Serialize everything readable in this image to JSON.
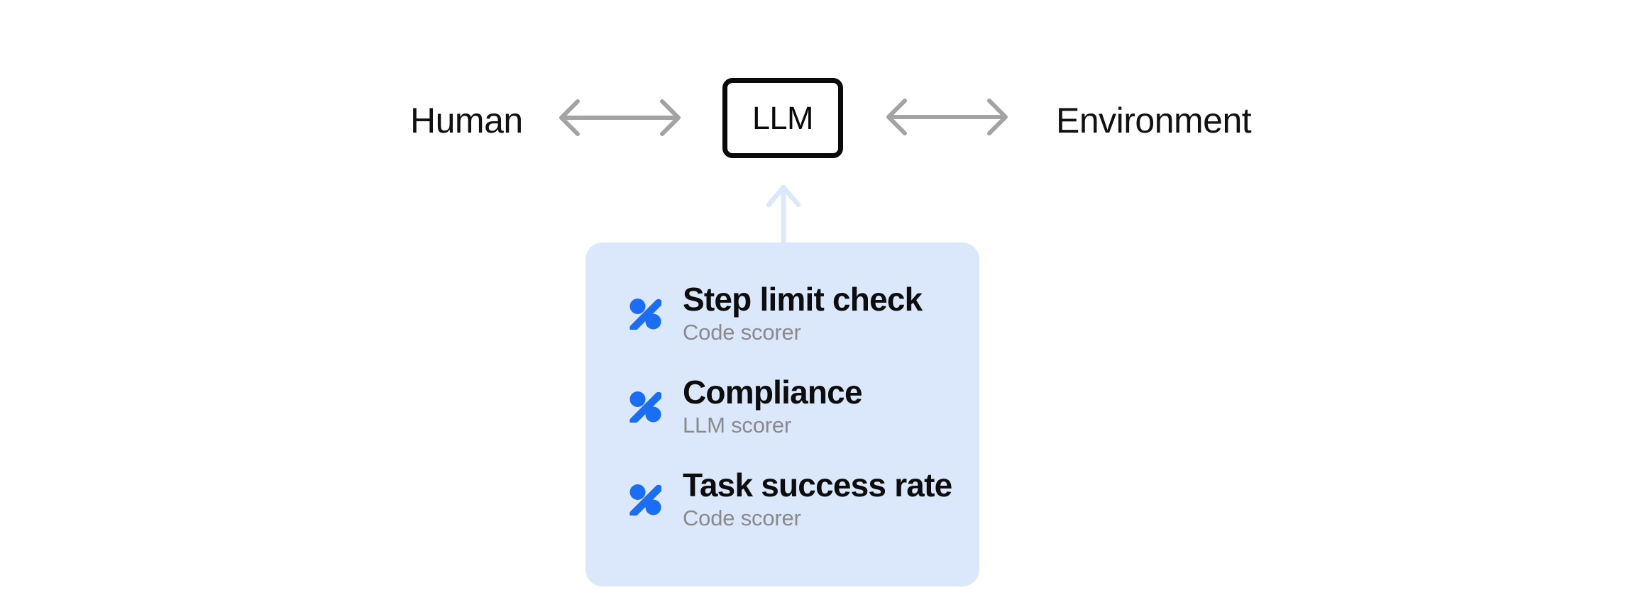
{
  "nodes": {
    "human": "Human",
    "llm": "LLM",
    "environment": "Environment"
  },
  "scorers": [
    {
      "icon": "percent-icon",
      "title": "Step limit check",
      "subtitle": "Code scorer"
    },
    {
      "icon": "percent-icon",
      "title": "Compliance",
      "subtitle": "LLM scorer"
    },
    {
      "icon": "percent-icon",
      "title": "Task success rate",
      "subtitle": "Code scorer"
    }
  ],
  "colors": {
    "background": "#ffffff",
    "accent_blue": "#1b6ef3",
    "panel_blue": "#dbe8fc",
    "arrow_gray": "#a3a3a3",
    "subtitle_gray": "#8a8a8a",
    "title_black": "#0d0d0d",
    "node_border_black": "#0a0a0a"
  }
}
